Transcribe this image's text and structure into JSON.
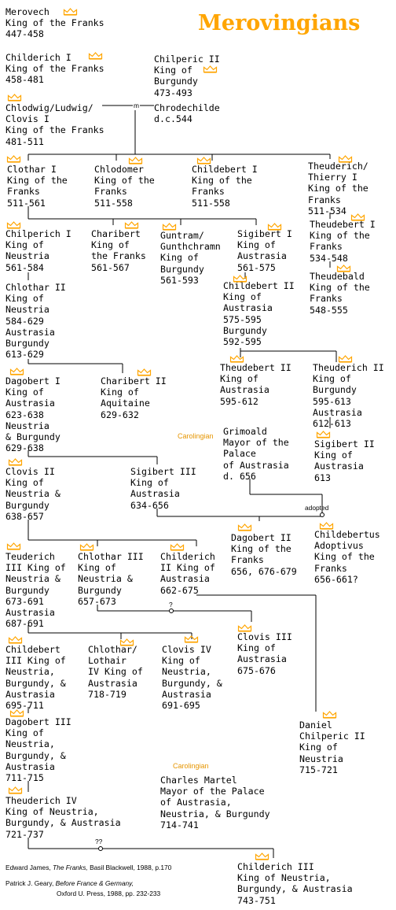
{
  "title": "Merovingians",
  "crown_color": "#ffa500",
  "crown_icon": "crown-icon",
  "labels": {
    "carolingian_1": "Carolingian",
    "carolingian_2": "Carolingian",
    "marriage": "m",
    "adopted": "adopted",
    "unknown_1": "?",
    "unknown_2": "??"
  },
  "nodes": {
    "merovech": [
      "Merovech",
      "King of the Franks",
      "447-458"
    ],
    "childerich_i": [
      "Childerich I",
      "King of the Franks",
      "458-481"
    ],
    "chilperic_ii_burgundy": [
      "Chilperic II",
      "King of",
      "Burgundy",
      "473-493"
    ],
    "clovis_i": [
      "Chlodwig/Ludwig/",
      "Clovis I",
      "King of the Franks",
      "481-511"
    ],
    "chrodechilde": [
      "Chrodechilde",
      "d.c.544"
    ],
    "clothar_i": [
      "Clothar I",
      "King of the",
      "Franks",
      "511-561"
    ],
    "chlodomer": [
      "Chlodomer",
      "King of the",
      "Franks",
      "511-558"
    ],
    "childebert_i": [
      "Childebert I",
      "King of the",
      "Franks",
      "511-558"
    ],
    "theuderich_i": [
      "Theuderich/",
      "Thierry I",
      "King of the",
      "Franks",
      "511-534"
    ],
    "theudebert_i": [
      "Theudebert I",
      "King of the",
      "Franks",
      "534-548"
    ],
    "theudebald": [
      "Theudebald",
      "King of the",
      "Franks",
      "548-555"
    ],
    "chilperich_i": [
      "Chilperich I",
      "King of",
      "Neustria",
      "561-584"
    ],
    "charibert_i": [
      "Charibert",
      "King of",
      "the Franks",
      "561-567"
    ],
    "guntram": [
      "Guntram/",
      "Gunthchramn",
      "King of",
      "Burgundy",
      "561-593"
    ],
    "sigibert_i": [
      "Sigibert I",
      "King of",
      "Austrasia",
      "561-575"
    ],
    "childebert_ii": [
      "Childebert II",
      "King of",
      "Austrasia",
      "575-595",
      "Burgundy",
      "592-595"
    ],
    "chlothar_ii": [
      "Chlothar II",
      "King of",
      "Neustria",
      "584-629",
      "Austrasia",
      "Burgundy",
      "613-629"
    ],
    "theudebert_ii": [
      "Theudebert II",
      "King of",
      "Austrasia",
      "595-612"
    ],
    "theuderich_ii": [
      "Theuderich II",
      "King of",
      "Burgundy",
      "595-613",
      "Austrasia",
      "612-613"
    ],
    "dagobert_i": [
      "Dagobert I",
      "King of",
      "Austrasia",
      "623-638",
      "Neustria",
      "& Burgundy",
      "629-638"
    ],
    "charibert_ii": [
      "Charibert II",
      "King of",
      "Aquitaine",
      "629-632"
    ],
    "grimoald": [
      "Grimoald",
      "Mayor of the",
      "Palace",
      "of Austrasia",
      "d. 656"
    ],
    "sigibert_ii": [
      "Sigibert II",
      "King of",
      "Austrasia",
      "613"
    ],
    "clovis_ii": [
      "Clovis II",
      "King of",
      "Neustria &",
      "Burgundy",
      "638-657"
    ],
    "sigibert_iii": [
      "Sigibert III",
      "King of",
      "Austrasia",
      "634-656"
    ],
    "dagobert_ii": [
      "Dagobert II",
      "King of the",
      "Franks",
      "656, 676-679"
    ],
    "childebertus": [
      "Childebertus",
      "Adoptivus",
      "King of the",
      "Franks",
      "656-661?"
    ],
    "teuderich_iii": [
      "Teuderich",
      "III King of",
      "Neustria &",
      "Burgundy",
      "673-691",
      "Austrasia",
      "687-691"
    ],
    "chlothar_iii": [
      "Chlothar III",
      "King of",
      "Neustria &",
      "Burgundy",
      "657-673"
    ],
    "childerich_ii": [
      "Childerich",
      "II King of",
      "Austrasia",
      "662-675"
    ],
    "clovis_iii": [
      "Clovis III",
      "King of",
      "Austrasia",
      "675-676"
    ],
    "childebert_iii": [
      "Childebert",
      "III King of",
      "Neustria,",
      "Burgundy, &",
      "Austrasia",
      "695-711"
    ],
    "chlothar_iv": [
      "Chlothar/",
      "Lothair",
      "IV King of",
      "Austrasia",
      "718-719"
    ],
    "clovis_iv": [
      "Clovis IV",
      "King of",
      "Neustria,",
      "Burgundy, &",
      "Austrasia",
      "691-695"
    ],
    "dagobert_iii": [
      "Dagobert III",
      "King of",
      "Neustria,",
      "Burgundy, &",
      "Austrasia",
      "711-715"
    ],
    "daniel": [
      "Daniel",
      "Chilperic II",
      "King of",
      "Neustria",
      "715-721"
    ],
    "charles_martel": [
      "Charles Martel",
      "Mayor of the Palace",
      "of Austrasia,",
      "Neustria, & Burgundy",
      "714-741"
    ],
    "theuderich_iv": [
      "Theuderich IV",
      "King of Neustria,",
      "Burgundy, & Austrasia",
      "721-737"
    ],
    "childerich_iii": [
      "Childerich III",
      "King of Neustria,",
      "Burgundy, & Austrasia",
      "743-751"
    ]
  },
  "references": {
    "ref1_author": "Edward James,",
    "ref1_title": "The Franks,",
    "ref1_rest": "Basil Blackwell, 1988, p.170",
    "ref2_author": "Patrick J. Geary,",
    "ref2_title": "Before France & Germany,",
    "ref2_rest": "Oxford U. Press, 1988, pp. 232-233"
  }
}
